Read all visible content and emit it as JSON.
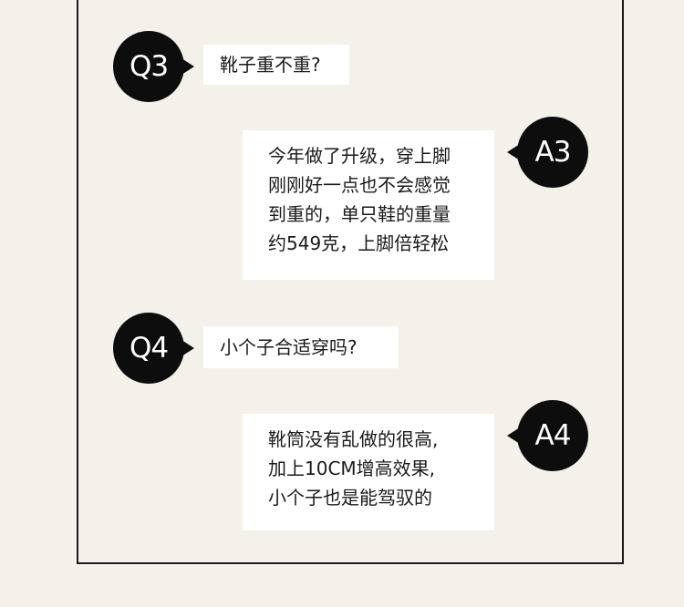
{
  "q3": {
    "badge": "Q3",
    "question": "靴子重不重?"
  },
  "a3": {
    "badge": "A3",
    "lines": [
      "今年做了升级，穿上脚",
      "刚刚好一点也不会感觉",
      "到重的，单只鞋的重量",
      "约549克，上脚倍轻松"
    ]
  },
  "q4": {
    "badge": "Q4",
    "question": "小个子合适穿吗?"
  },
  "a4": {
    "badge": "A4",
    "lines": [
      "靴筒没有乱做的很高,",
      "加上10CM增高效果,",
      "小个子也是能驾驭的"
    ]
  },
  "colors": {
    "background": "#f4f1ea",
    "badge": "#0d0d0d",
    "bubble": "#ffffff",
    "border": "#1a1a1a"
  }
}
